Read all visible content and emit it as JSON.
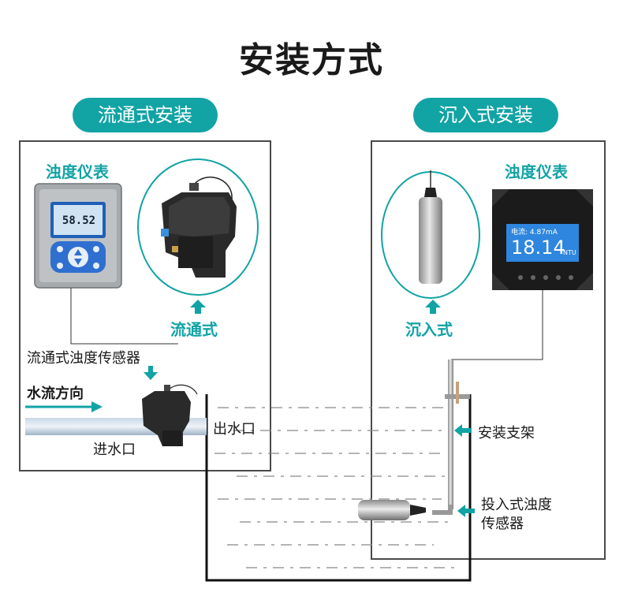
{
  "title": "安装方式",
  "left": {
    "pill": "流通式安装",
    "meter_title": "浊度仪表",
    "meter_screen_value": "58.52",
    "circle_caption": "流通式",
    "sensor_label": "流通式浊度传感器",
    "flow_label": "水流方向",
    "inlet_label": "进水口",
    "outlet_label": "出水口"
  },
  "right": {
    "pill": "沉入式安装",
    "meter_title": "浊度仪表",
    "meter_screen_top": "电流: 4.87mA",
    "meter_screen_value": "18.14",
    "meter_screen_unit": "NTU",
    "circle_caption": "沉入式",
    "bracket_label": "安装支架",
    "sensor_label_line1": "投入式浊度",
    "sensor_label_line2": "传感器"
  },
  "colors": {
    "accent": "#12a3a5",
    "frame": "#4a4a4a",
    "screen_blue": "#2e86de"
  }
}
